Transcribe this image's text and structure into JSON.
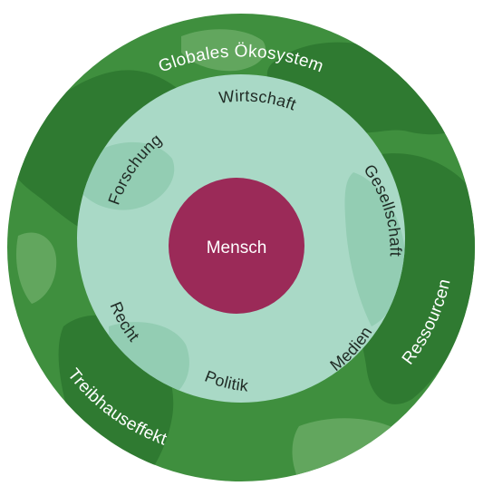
{
  "diagram": {
    "outer_ring": {
      "labels": {
        "top": "Globales Ökosystem",
        "bottom_left": "Treibhauseffekt",
        "right": "Ressourcen"
      },
      "colors": {
        "ocean": "#3f8f3e",
        "land": "#2f7a31",
        "land_light": "#62a65e"
      }
    },
    "middle_ring": {
      "labels": {
        "top": "Wirtschaft",
        "upper_left": "Forschung",
        "right": "Gesellschaft",
        "left": "Recht",
        "bottom": "Politik",
        "lower_right": "Medien"
      },
      "colors": {
        "fill": "#a9d9c6",
        "land_tint": "#93cdb3"
      }
    },
    "core": {
      "label": "Mensch",
      "color": "#9b2a58"
    }
  }
}
